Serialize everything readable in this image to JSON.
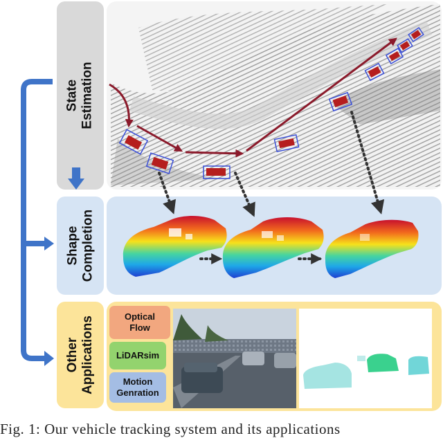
{
  "stages": {
    "state_estimation": {
      "label": "State\nEstimation"
    },
    "shape_completion": {
      "label": "Shape\nCompletion"
    },
    "other_applications": {
      "label": "Other\nApplications"
    }
  },
  "applications": [
    {
      "label": "Optical\nFlow"
    },
    {
      "label": "LiDARsim"
    },
    {
      "label": "Motion\nGenration"
    }
  ],
  "caption": "Fig. 1: Our vehicle tracking system and its applications",
  "colors": {
    "stage_gray": "#d8d8d8",
    "stage_blue": "#d6e4f4",
    "stage_yellow": "#fce49a",
    "arrow_blue": "#3f74c8",
    "trajectory_red": "#8b1a2b",
    "optical_flow_chip": "#f2a77f",
    "lidarsim_chip": "#93d36e",
    "motion_chip": "#a4bde4"
  }
}
